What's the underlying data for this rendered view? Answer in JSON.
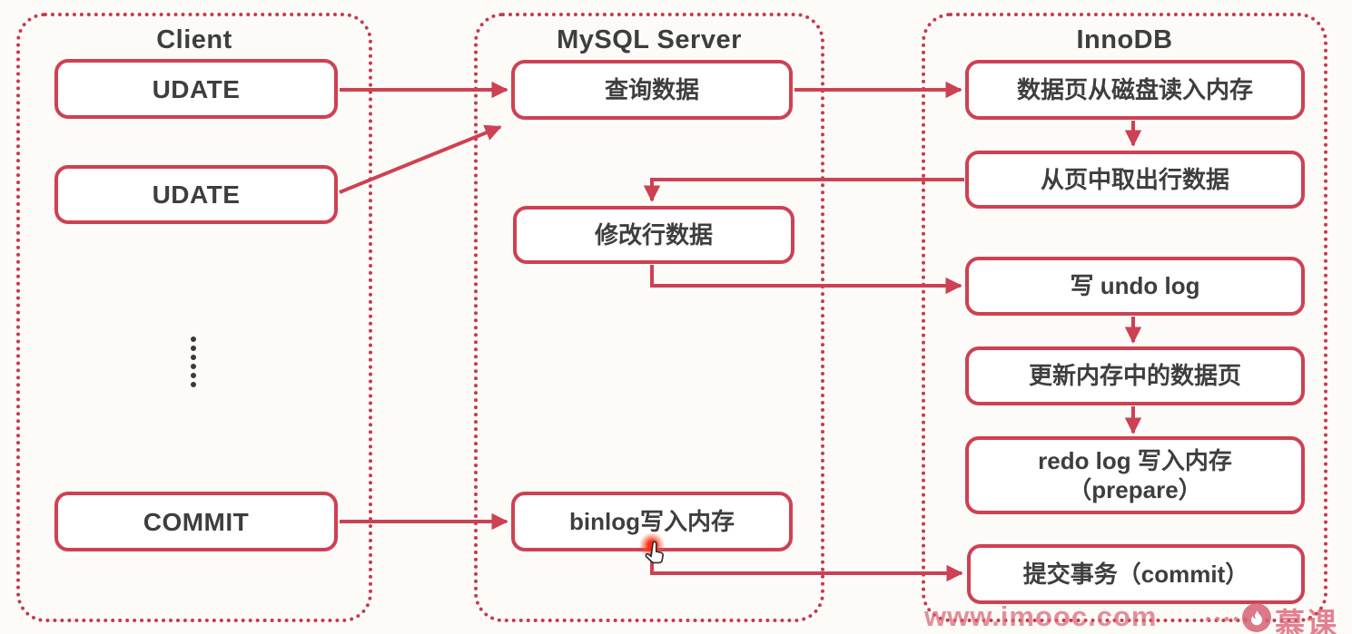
{
  "colors": {
    "accent_red": "#cd4153",
    "dash_red": "#c43b4d",
    "text_dark": "#3e3e3e",
    "watermark_pink": "#db6477",
    "cursor_glow": "#ff2a0e",
    "background": "#fcfbf8"
  },
  "columns": [
    {
      "id": "client",
      "title": "Client"
    },
    {
      "id": "mysql-server",
      "title": "MySQL Server"
    },
    {
      "id": "innodb",
      "title": "InnoDB"
    }
  ],
  "nodes": [
    {
      "id": "update-1",
      "column": "client",
      "label": "UDATE"
    },
    {
      "id": "update-2",
      "column": "client",
      "label": "UDATE"
    },
    {
      "id": "commit",
      "column": "client",
      "label": "COMMIT"
    },
    {
      "id": "query-data",
      "column": "mysql-server",
      "label": "查询数据"
    },
    {
      "id": "modify-row",
      "column": "mysql-server",
      "label": "修改行数据"
    },
    {
      "id": "binlog-write-memory",
      "column": "mysql-server",
      "label": "binlog写入内存"
    },
    {
      "id": "read-page-from-disk",
      "column": "innodb",
      "label": "数据页从磁盘读入内存"
    },
    {
      "id": "fetch-row-from-page",
      "column": "innodb",
      "label": "从页中取出行数据"
    },
    {
      "id": "write-undo-log",
      "column": "innodb",
      "label": "写 undo log"
    },
    {
      "id": "update-page-in-memory",
      "column": "innodb",
      "label": "更新内存中的数据页"
    },
    {
      "id": "redo-log-prepare",
      "column": "innodb",
      "label": "redo log 写入内存",
      "label2": "（prepare）"
    },
    {
      "id": "commit-transaction",
      "column": "innodb",
      "label": "提交事务（commit）"
    }
  ],
  "edges": [
    {
      "from": "update-1",
      "to": "query-data"
    },
    {
      "from": "update-2",
      "to": "query-data"
    },
    {
      "from": "query-data",
      "to": "read-page-from-disk"
    },
    {
      "from": "read-page-from-disk",
      "to": "fetch-row-from-page"
    },
    {
      "from": "fetch-row-from-page",
      "to": "modify-row"
    },
    {
      "from": "modify-row",
      "to": "write-undo-log"
    },
    {
      "from": "write-undo-log",
      "to": "update-page-in-memory"
    },
    {
      "from": "update-page-in-memory",
      "to": "redo-log-prepare"
    },
    {
      "from": "commit",
      "to": "binlog-write-memory"
    },
    {
      "from": "binlog-write-memory",
      "to": "commit-transaction"
    }
  ],
  "ellipsis": {
    "column": "client",
    "dot_count": 6
  },
  "cursor": {
    "type": "hand-pointer",
    "at_node": "binlog-write-memory"
  },
  "watermark": {
    "url": "www.imooc.com",
    "brand": "慕课",
    "logo": "flame-icon"
  }
}
